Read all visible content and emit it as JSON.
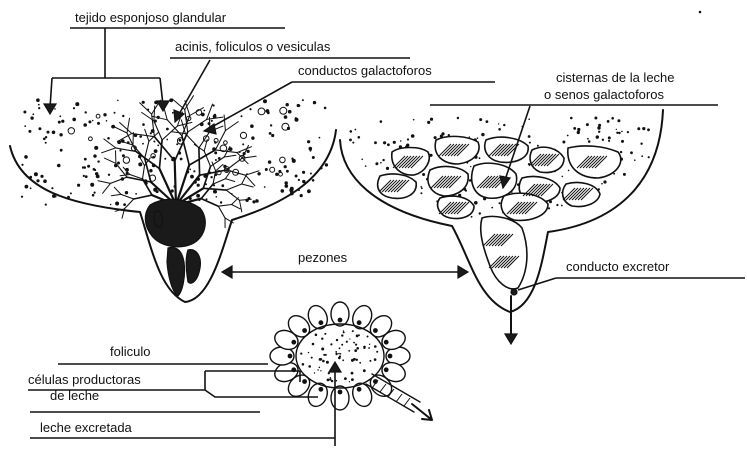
{
  "labels": {
    "tejido": "tejido esponjoso glandular",
    "acinis": "acinis, foliculos o vesiculas",
    "conductos": "conductos galactoforos",
    "cisternas_1": "cisternas de la leche",
    "cisternas_2": "o senos galactoforos",
    "pezones": "pezones",
    "conducto_excretor": "conducto excretor",
    "foliculo": "foliculo",
    "celulas_1": "células productoras",
    "celulas_2": "de leche",
    "leche_excretada": "leche excretada"
  }
}
